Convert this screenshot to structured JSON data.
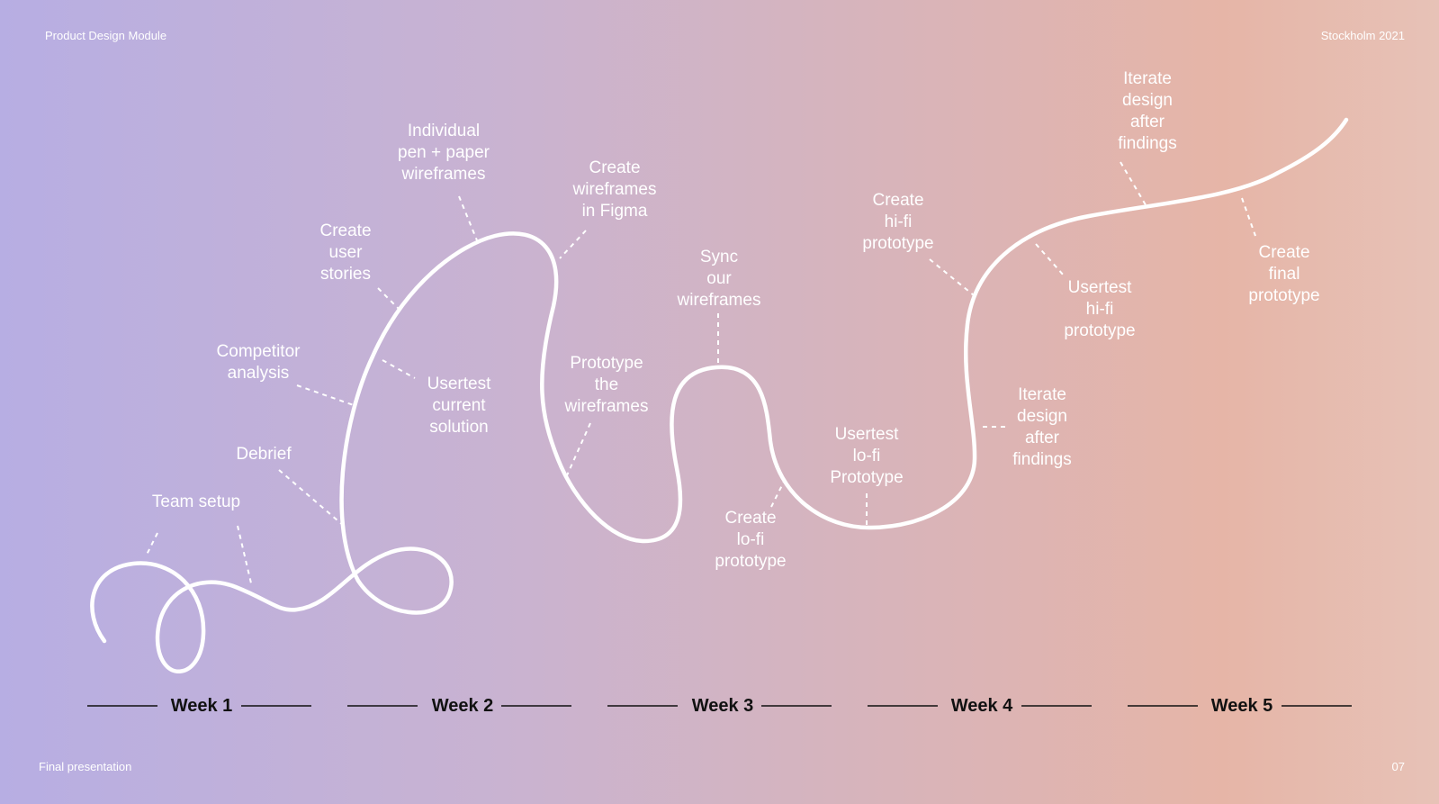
{
  "header": {
    "left": "Product Design Module",
    "right": "Stockholm 2021"
  },
  "footer": {
    "left": "Final presentation",
    "right": "07"
  },
  "colors": {
    "text": "#ffffff",
    "curve": "#ffffff",
    "week_text": "#111111",
    "spellcheck_underline": "#d9373b"
  },
  "weeks": [
    "Week 1",
    "Week 2",
    "Week 3",
    "Week 4",
    "Week 5"
  ],
  "steps": [
    "Team setup",
    "Debrief",
    "Competitor\nanalysis",
    "Create\nuser\nstories",
    "Individual\npen + paper\nwireframes",
    "Usertest\ncurrent\nsolution",
    "Create\nwireframes\nin Figma",
    "Prototype\nthe\nwireframes",
    "Sync\nour\nwireframes",
    "Create\nlo-fi\nprototype",
    "Usertest\nlo-fi\nPrototype",
    "Create\nhi-fi\nprototype",
    "Iterate\ndesign\nafter\nfindings",
    "Usertest\nhi-fi\nprototype",
    "Iterate\ndesign\nafter\nfindings",
    "Create\nfinal\nprototype"
  ]
}
